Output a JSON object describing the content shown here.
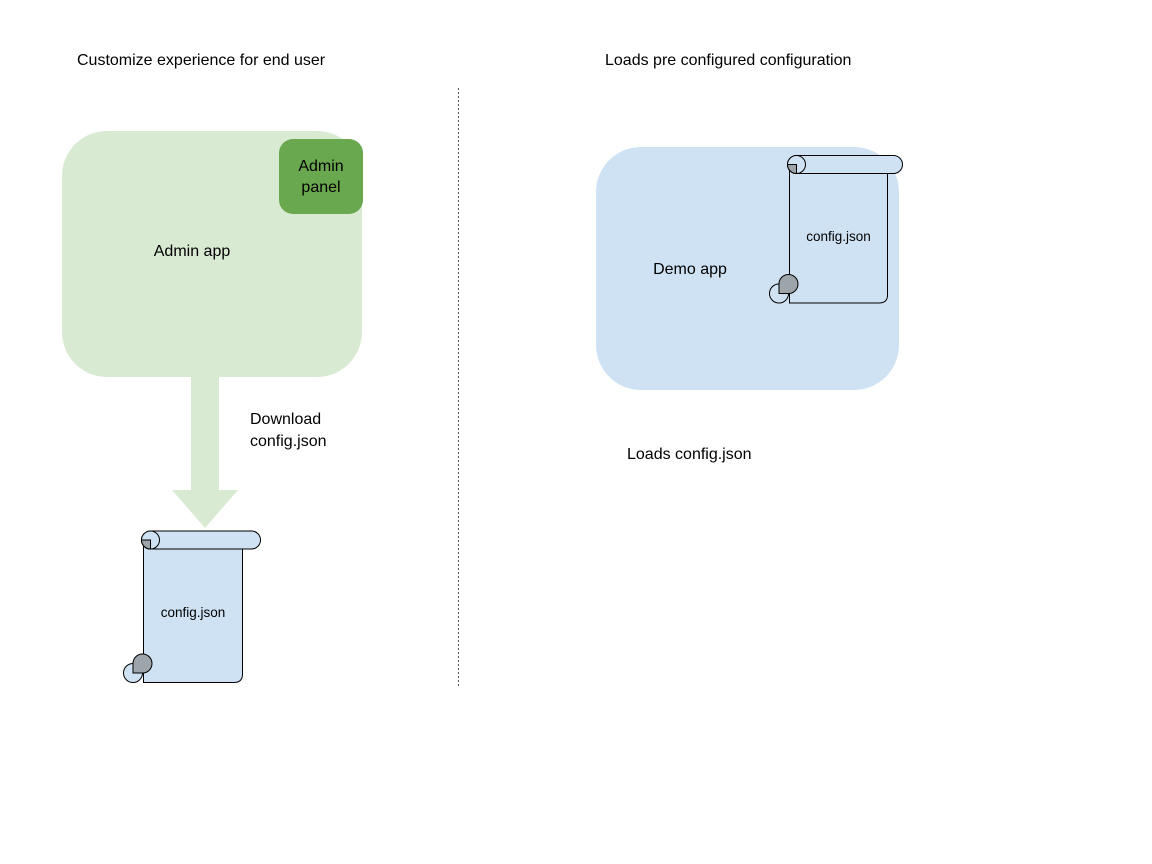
{
  "colors": {
    "light_green": "#d9ead3",
    "dark_green": "#6aa84f",
    "light_blue": "#cfe2f3",
    "curl_gray": "#9ea5aa",
    "outline": "#000000",
    "divider_gray": "#555555"
  },
  "left_panel": {
    "title": "Customize experience for end user",
    "admin_app": {
      "label": "Admin app"
    },
    "admin_panel": {
      "label": "Admin panel"
    },
    "download_arrow": {
      "label": "Download config.json"
    },
    "config_scroll": {
      "label": "config.json"
    }
  },
  "right_panel": {
    "title": "Loads pre configured configuration",
    "demo_app": {
      "label": "Demo app"
    },
    "config_scroll": {
      "label": "config.json"
    },
    "caption": "Loads config.json"
  }
}
